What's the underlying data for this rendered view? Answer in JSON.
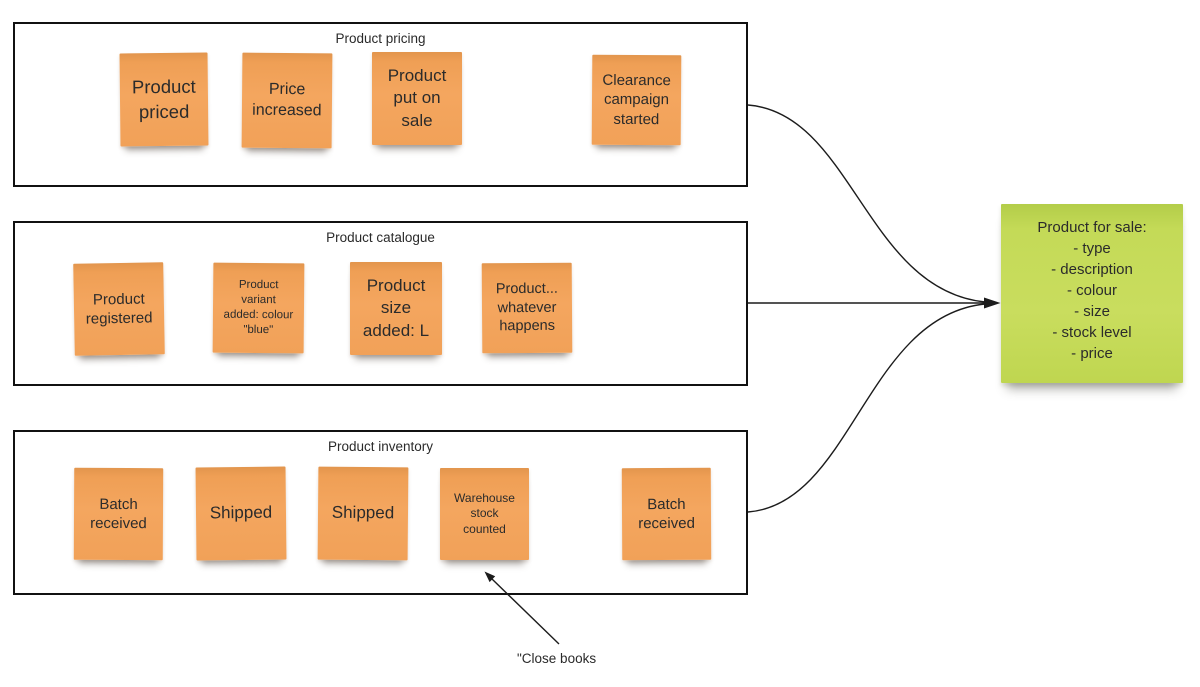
{
  "board": {
    "colors": {
      "note_orange": "#F2A25A",
      "note_green": "#C3D955",
      "frame_border": "#111111",
      "arrow": "#1C1C1C"
    },
    "frames": [
      {
        "title": "Product pricing",
        "notes": [
          {
            "text": "Product\npriced"
          },
          {
            "text": "Price\nincreased"
          },
          {
            "text": "Product\nput on\nsale"
          },
          {
            "text": "Clearance\ncampaign\nstarted"
          }
        ]
      },
      {
        "title": "Product catalogue",
        "notes": [
          {
            "text": "Product\nregistered"
          },
          {
            "text": "Product\nvariant\nadded: colour\n\"blue\""
          },
          {
            "text": "Product\nsize\nadded: L"
          },
          {
            "text": "Product...\nwhatever\nhappens"
          }
        ]
      },
      {
        "title": "Product inventory",
        "notes": [
          {
            "text": "Batch\nreceived"
          },
          {
            "text": "Shipped"
          },
          {
            "text": "Shipped"
          },
          {
            "text": "Warehouse\nstock\ncounted"
          },
          {
            "text": "Batch\nreceived"
          }
        ]
      }
    ],
    "result_note": {
      "text": "Product for sale:\n- type\n- description\n- colour\n- size\n- stock level\n- price"
    },
    "annotation": {
      "text": "\"Close books"
    }
  }
}
